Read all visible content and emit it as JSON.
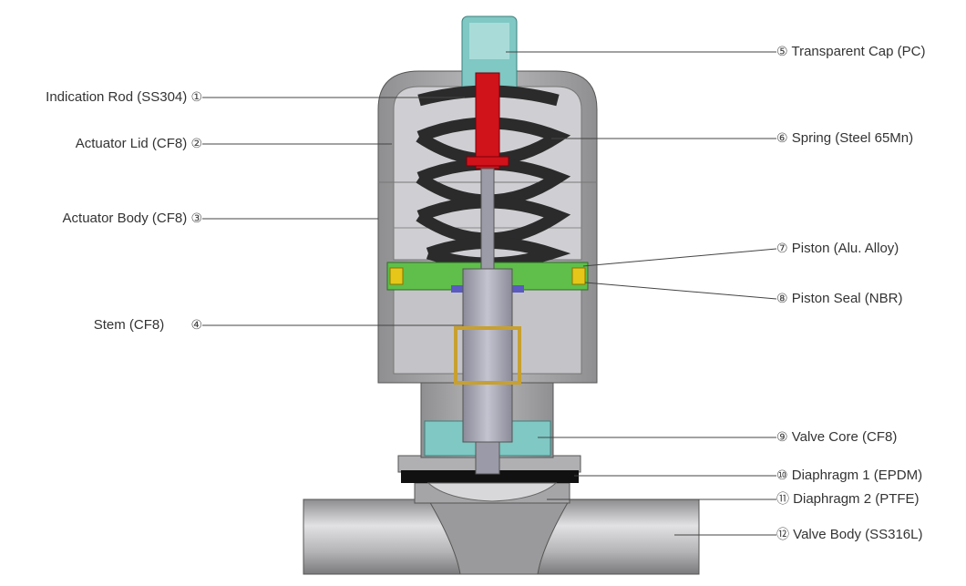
{
  "labels": {
    "left": [
      {
        "num": "①",
        "text": "Indication Rod (SS304)"
      },
      {
        "num": "②",
        "text": "Actuator Lid (CF8)"
      },
      {
        "num": "③",
        "text": "Actuator Body (CF8)"
      },
      {
        "num": "④",
        "text": "Stem (CF8)"
      }
    ],
    "right": [
      {
        "num": "⑤",
        "text": "Transparent Cap (PC)"
      },
      {
        "num": "⑥",
        "text": "Spring (Steel 65Mn)"
      },
      {
        "num": "⑦",
        "text": "Piston (Alu. Alloy)"
      },
      {
        "num": "⑧",
        "text": "Piston Seal (NBR)"
      },
      {
        "num": "⑨",
        "text": "Valve Core (CF8)"
      },
      {
        "num": "⑩",
        "text": "Diaphragm 1 (EPDM)"
      },
      {
        "num": "⑪",
        "text": "Diaphragm 2 (PTFE)"
      },
      {
        "num": "⑫",
        "text": "Valve Body (SS316L)"
      }
    ]
  },
  "colors": {
    "metal": "#a9a9ab",
    "cap": "#7fc8c4",
    "rod": "#d0121b",
    "piston": "#5fbf4a",
    "seal": "#e6c619",
    "spring": "#2b2b2b",
    "diaphragm": "#111111"
  }
}
